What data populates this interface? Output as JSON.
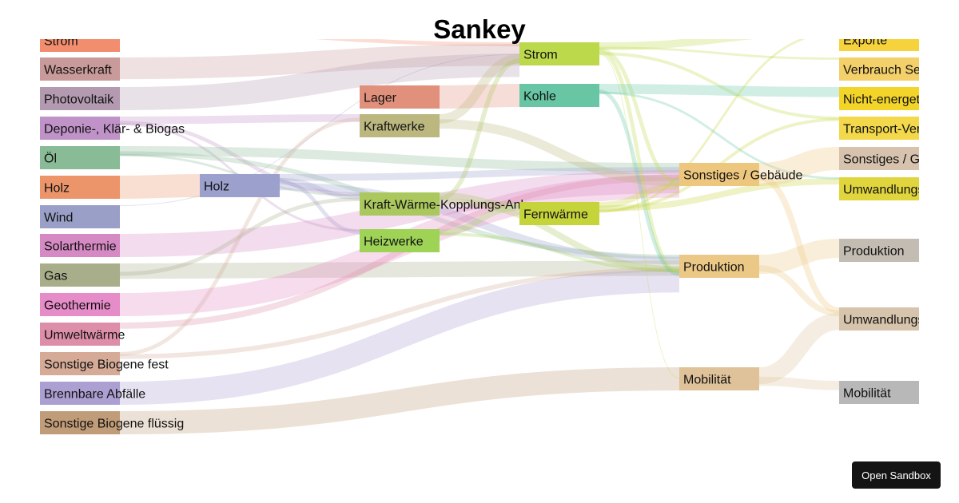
{
  "title": "Sankey",
  "sandbox_button": "Open Sandbox",
  "nodes": [
    {
      "id": "strom_src",
      "label": "Strom",
      "color": "#f28d6e"
    },
    {
      "id": "wasserkraft",
      "label": "Wasserkraft",
      "color": "#c99a9a"
    },
    {
      "id": "photovoltaik",
      "label": "Photovoltaik",
      "color": "#b39ab0"
    },
    {
      "id": "deponie",
      "label": "Deponie-, Klär- & Biogas",
      "color": "#bf92c8"
    },
    {
      "id": "oel",
      "label": "Öl",
      "color": "#8abb97"
    },
    {
      "id": "holz_src",
      "label": "Holz",
      "color": "#ec956b"
    },
    {
      "id": "wind",
      "label": "Wind",
      "color": "#9a9fc8"
    },
    {
      "id": "solarthermie",
      "label": "Solarthermie",
      "color": "#d58ac4"
    },
    {
      "id": "gas",
      "label": "Gas",
      "color": "#a8ad8a"
    },
    {
      "id": "geothermie",
      "label": "Geothermie",
      "color": "#e68cc8"
    },
    {
      "id": "umweltwaerme",
      "label": "Umweltwärme",
      "color": "#dd8ea8"
    },
    {
      "id": "sonst_bio_fest",
      "label": "Sonstige Biogene fest",
      "color": "#d5ab98"
    },
    {
      "id": "abfaelle",
      "label": "Brennbare Abfälle",
      "color": "#ac9fd2"
    },
    {
      "id": "sonst_bio_fl",
      "label": "Sonstige Biogene flüssig",
      "color": "#c19c78"
    },
    {
      "id": "holz_mid",
      "label": "Holz",
      "color": "#9ba0cd"
    },
    {
      "id": "lager",
      "label": "Lager",
      "color": "#e1907c"
    },
    {
      "id": "kraftwerke",
      "label": "Kraftwerke",
      "color": "#bcb77e"
    },
    {
      "id": "kwk",
      "label": "Kraft-Wärme-Kopplungs-Anlagen",
      "color": "#aac85e"
    },
    {
      "id": "heizwerke",
      "label": "Heizwerke",
      "color": "#9ed356"
    },
    {
      "id": "strom_mid",
      "label": "Strom",
      "color": "#bcd94c"
    },
    {
      "id": "kohle",
      "label": "Kohle",
      "color": "#68c6a4"
    },
    {
      "id": "fernwaerme",
      "label": "Fernwärme",
      "color": "#c6d43c"
    },
    {
      "id": "sonstiges_geb",
      "label": "Sonstiges / Gebäude",
      "color": "#eec77e"
    },
    {
      "id": "produktion_mid",
      "label": "Produktion",
      "color": "#ecc886"
    },
    {
      "id": "mobilitaet_mid",
      "label": "Mobilität",
      "color": "#dfc29a"
    },
    {
      "id": "exporte",
      "label": "Exporte",
      "color": "#f6d33c"
    },
    {
      "id": "verbrauch_se",
      "label": "Verbrauch Sektor Energie",
      "color": "#f4d06a"
    },
    {
      "id": "nicht_energ",
      "label": "Nicht-energetischer Verbrauch",
      "color": "#f3d52a"
    },
    {
      "id": "transport",
      "label": "Transport-Verluste",
      "color": "#f2d84a"
    },
    {
      "id": "sonstiges_out",
      "label": "Sonstiges / Gebäude",
      "color": "#d7c2ae"
    },
    {
      "id": "umwandlung1",
      "label": "Umwandlungsverluste",
      "color": "#e1d53e"
    },
    {
      "id": "produktion_out",
      "label": "Produktion",
      "color": "#c3bcb2"
    },
    {
      "id": "umwandlung2",
      "label": "Umwandlungsverluste",
      "color": "#d6c4ac"
    },
    {
      "id": "mobilitaet_out",
      "label": "Mobilität",
      "color": "#b8b8b8"
    }
  ],
  "links": [
    {
      "source": "strom_src",
      "target": "strom_mid",
      "value": 5
    },
    {
      "source": "wasserkraft",
      "target": "strom_mid",
      "value": 28
    },
    {
      "source": "photovoltaik",
      "target": "strom_mid",
      "value": 30
    },
    {
      "source": "deponie",
      "target": "kraftwerke",
      "value": 10
    },
    {
      "source": "deponie",
      "target": "kwk",
      "value": 5
    },
    {
      "source": "deponie",
      "target": "heizwerke",
      "value": 3
    },
    {
      "source": "oel",
      "target": "sonstiges_geb",
      "value": 12
    },
    {
      "source": "oel",
      "target": "produktion_mid",
      "value": 6
    },
    {
      "source": "oel",
      "target": "kwk",
      "value": 3
    },
    {
      "source": "holz_src",
      "target": "holz_mid",
      "value": 30
    },
    {
      "source": "holz_mid",
      "target": "sonstiges_geb",
      "value": 9
    },
    {
      "source": "holz_mid",
      "target": "kwk",
      "value": 6
    },
    {
      "source": "holz_mid",
      "target": "heizwerke",
      "value": 5
    },
    {
      "source": "holz_mid",
      "target": "produktion_mid",
      "value": 10
    },
    {
      "source": "wind",
      "target": "strom_mid",
      "value": 1
    },
    {
      "source": "solarthermie",
      "target": "sonstiges_geb",
      "value": 30
    },
    {
      "source": "gas",
      "target": "produktion_mid",
      "value": 20
    },
    {
      "source": "gas",
      "target": "kwk",
      "value": 5
    },
    {
      "source": "geothermie",
      "target": "sonstiges_geb",
      "value": 30
    },
    {
      "source": "umweltwaerme",
      "target": "sonstiges_geb",
      "value": 8
    },
    {
      "source": "sonst_bio_fest",
      "target": "kraftwerke",
      "value": 5
    },
    {
      "source": "sonst_bio_fest",
      "target": "produktion_mid",
      "value": 6
    },
    {
      "source": "abfaelle",
      "target": "produktion_mid",
      "value": 30
    },
    {
      "source": "sonst_bio_fl",
      "target": "mobilitaet_mid",
      "value": 30
    },
    {
      "source": "lager",
      "target": "kohle",
      "value": 30
    },
    {
      "source": "kraftwerke",
      "target": "strom_mid",
      "value": 12
    },
    {
      "source": "kraftwerke",
      "target": "sonstiges_geb",
      "value": 12
    },
    {
      "source": "kwk",
      "target": "fernwaerme",
      "value": 8
    },
    {
      "source": "kwk",
      "target": "strom_mid",
      "value": 6
    },
    {
      "source": "kwk",
      "target": "produktion_mid",
      "value": 8
    },
    {
      "source": "heizwerke",
      "target": "fernwaerme",
      "value": 8
    },
    {
      "source": "heizwerke",
      "target": "produktion_mid",
      "value": 4
    },
    {
      "source": "strom_mid",
      "target": "exporte",
      "value": 10
    },
    {
      "source": "strom_mid",
      "target": "verbrauch_se",
      "value": 3
    },
    {
      "source": "strom_mid",
      "target": "sonstiges_geb",
      "value": 5
    },
    {
      "source": "strom_mid",
      "target": "produktion_mid",
      "value": 5
    },
    {
      "source": "strom_mid",
      "target": "transport",
      "value": 4
    },
    {
      "source": "strom_mid",
      "target": "mobilitaet_mid",
      "value": 1
    },
    {
      "source": "kohle",
      "target": "nicht_energ",
      "value": 13
    },
    {
      "source": "kohle",
      "target": "produktion_mid",
      "value": 5
    },
    {
      "source": "kohle",
      "target": "umwandlung1",
      "value": 3
    },
    {
      "source": "fernwaerme",
      "target": "sonstiges_geb",
      "value": 8
    },
    {
      "source": "fernwaerme",
      "target": "umwandlung1",
      "value": 8
    },
    {
      "source": "fernwaerme",
      "target": "transport",
      "value": 4
    },
    {
      "source": "fernwaerme",
      "target": "exporte",
      "value": 3
    },
    {
      "source": "sonstiges_geb",
      "target": "sonstiges_out",
      "value": 30
    },
    {
      "source": "sonstiges_geb",
      "target": "umwandlung2",
      "value": 8
    },
    {
      "source": "produktion_mid",
      "target": "produktion_out",
      "value": 25
    },
    {
      "source": "produktion_mid",
      "target": "umwandlung2",
      "value": 8
    },
    {
      "source": "mobilitaet_mid",
      "target": "umwandlung2",
      "value": 22
    },
    {
      "source": "mobilitaet_mid",
      "target": "mobilitaet_out",
      "value": 12
    }
  ]
}
